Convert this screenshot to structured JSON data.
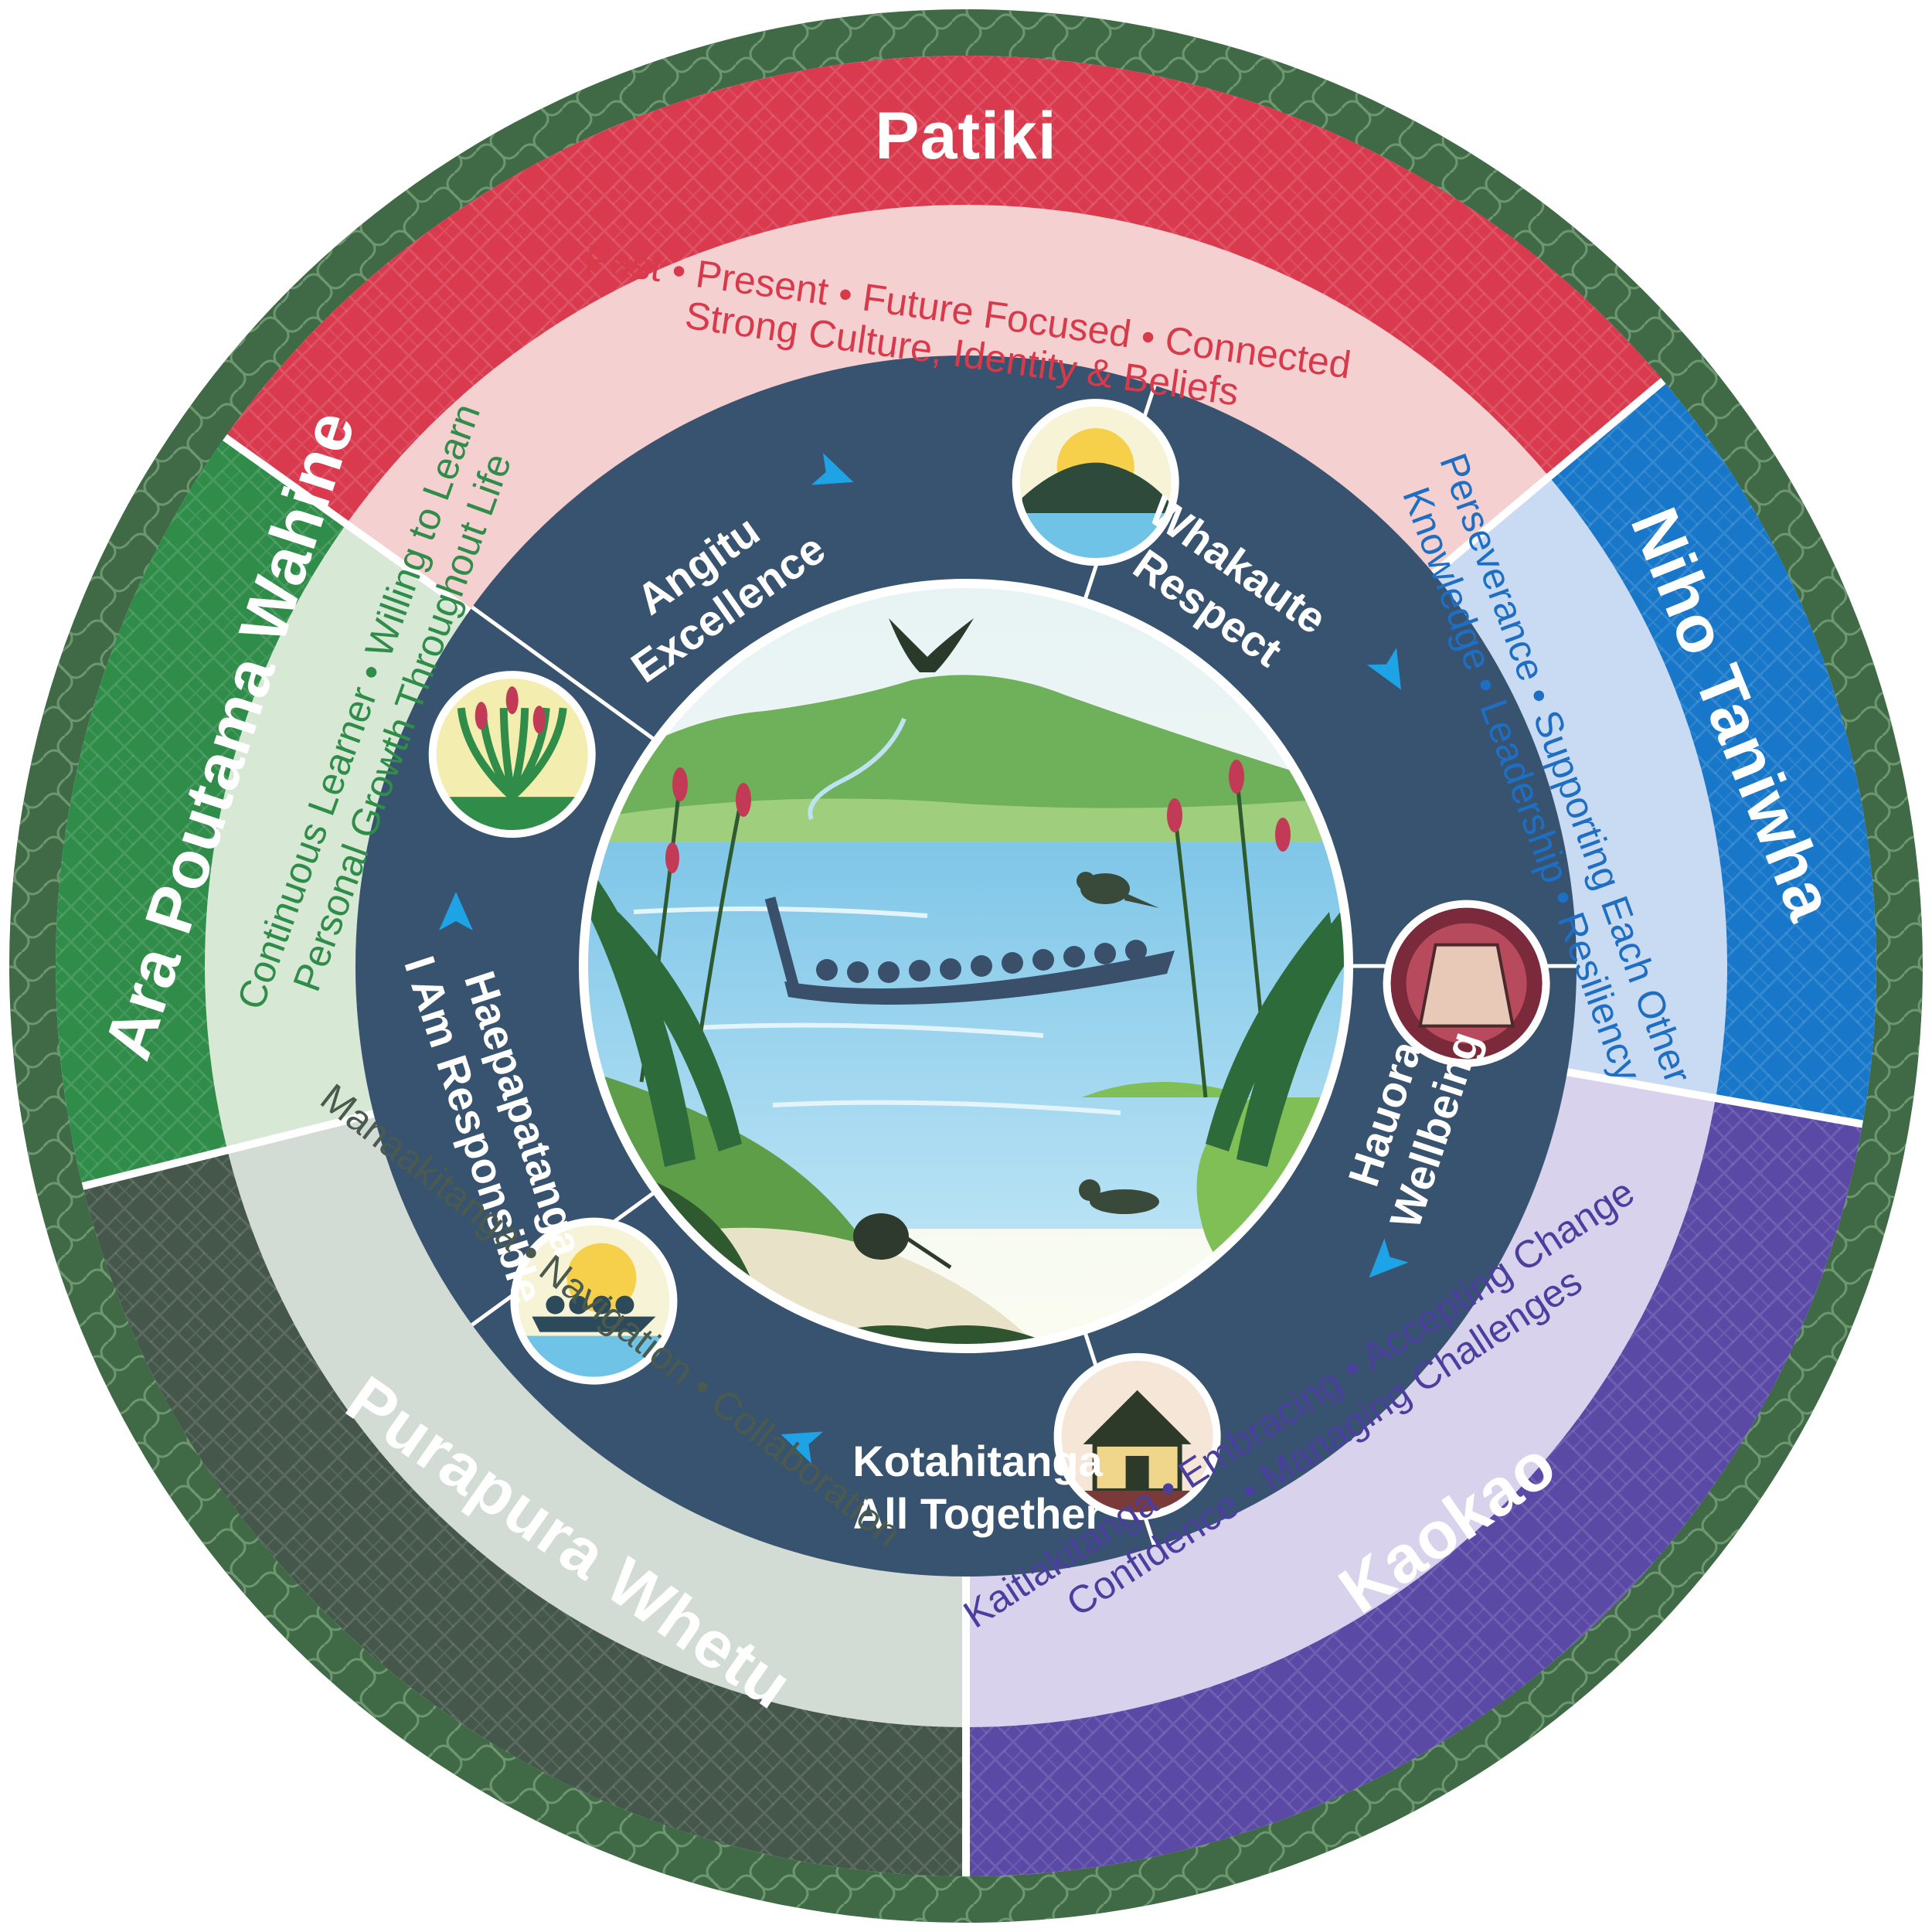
{
  "colors": {
    "border": "#3f6a45",
    "border_line": "#6e9770",
    "inner_ring": "#38536f",
    "arrow": "#1ea4e6"
  },
  "sectors": [
    {
      "id": "patiki",
      "title": "Patiki",
      "lines": [
        "Past • Present • Future Focused • Connected",
        "Strong Culture, Identity & Beliefs"
      ],
      "color": "#d93a4e",
      "band_color": "#f4d0d0",
      "text_color": "#d83a4c"
    },
    {
      "id": "niho",
      "title": "Niho Taniwha",
      "lines": [
        "Perseverance • Supporting Each Other",
        "Knowledge • Leadership • Resiliency"
      ],
      "color": "#1877c8",
      "band_color": "#c9daf3",
      "text_color": "#1e6fc4"
    },
    {
      "id": "kaokao",
      "title": "Kaokao",
      "lines": [
        "Kaitiakitanga • Embracing • Accepting Change",
        "Confidence • Managing Challenges"
      ],
      "color": "#5a4aa6",
      "band_color": "#d8d2ec",
      "text_color": "#4a3f9e"
    },
    {
      "id": "purapura",
      "title": "Purapura Whetu",
      "lines": [
        "Manaakitanga • Navigation • Collaboration"
      ],
      "color": "#44574a",
      "band_color": "#d3dbd5",
      "text_color": "#4a5a4e"
    },
    {
      "id": "ara",
      "title": "Ara Poutama Wahine",
      "lines": [
        "Continuous Learner • Willing to Learn",
        "Personal Growth Throughout Life"
      ],
      "color": "#2f8c49",
      "band_color": "#d7e8d4",
      "text_color": "#2f8c49"
    }
  ],
  "values": [
    {
      "id": "angitu",
      "line1": "Angitu",
      "line2": "Excellence",
      "icon": "sunrise-mountain-icon"
    },
    {
      "id": "whakaute",
      "line1": "Whakaute",
      "line2": "Respect",
      "icon": "cloak-icon"
    },
    {
      "id": "hauora",
      "line1": "Hauora",
      "line2": "Wellbeing",
      "icon": "wharenui-house-icon"
    },
    {
      "id": "kotahitanga",
      "line1": "Kotahitanga",
      "line2": "All Together",
      "icon": "waka-paddlers-icon"
    },
    {
      "id": "haepapatanga",
      "line1": "Haepapatanga",
      "line2": "I Am Responsible",
      "icon": "flax-plant-icon"
    }
  ],
  "center_scene": {
    "elements": [
      "hawk-icon",
      "mountains",
      "lake",
      "waka-canoe-icon",
      "flax-flowers",
      "tui-bird-icon",
      "duck-icon",
      "kiwi-bird-icon"
    ]
  }
}
